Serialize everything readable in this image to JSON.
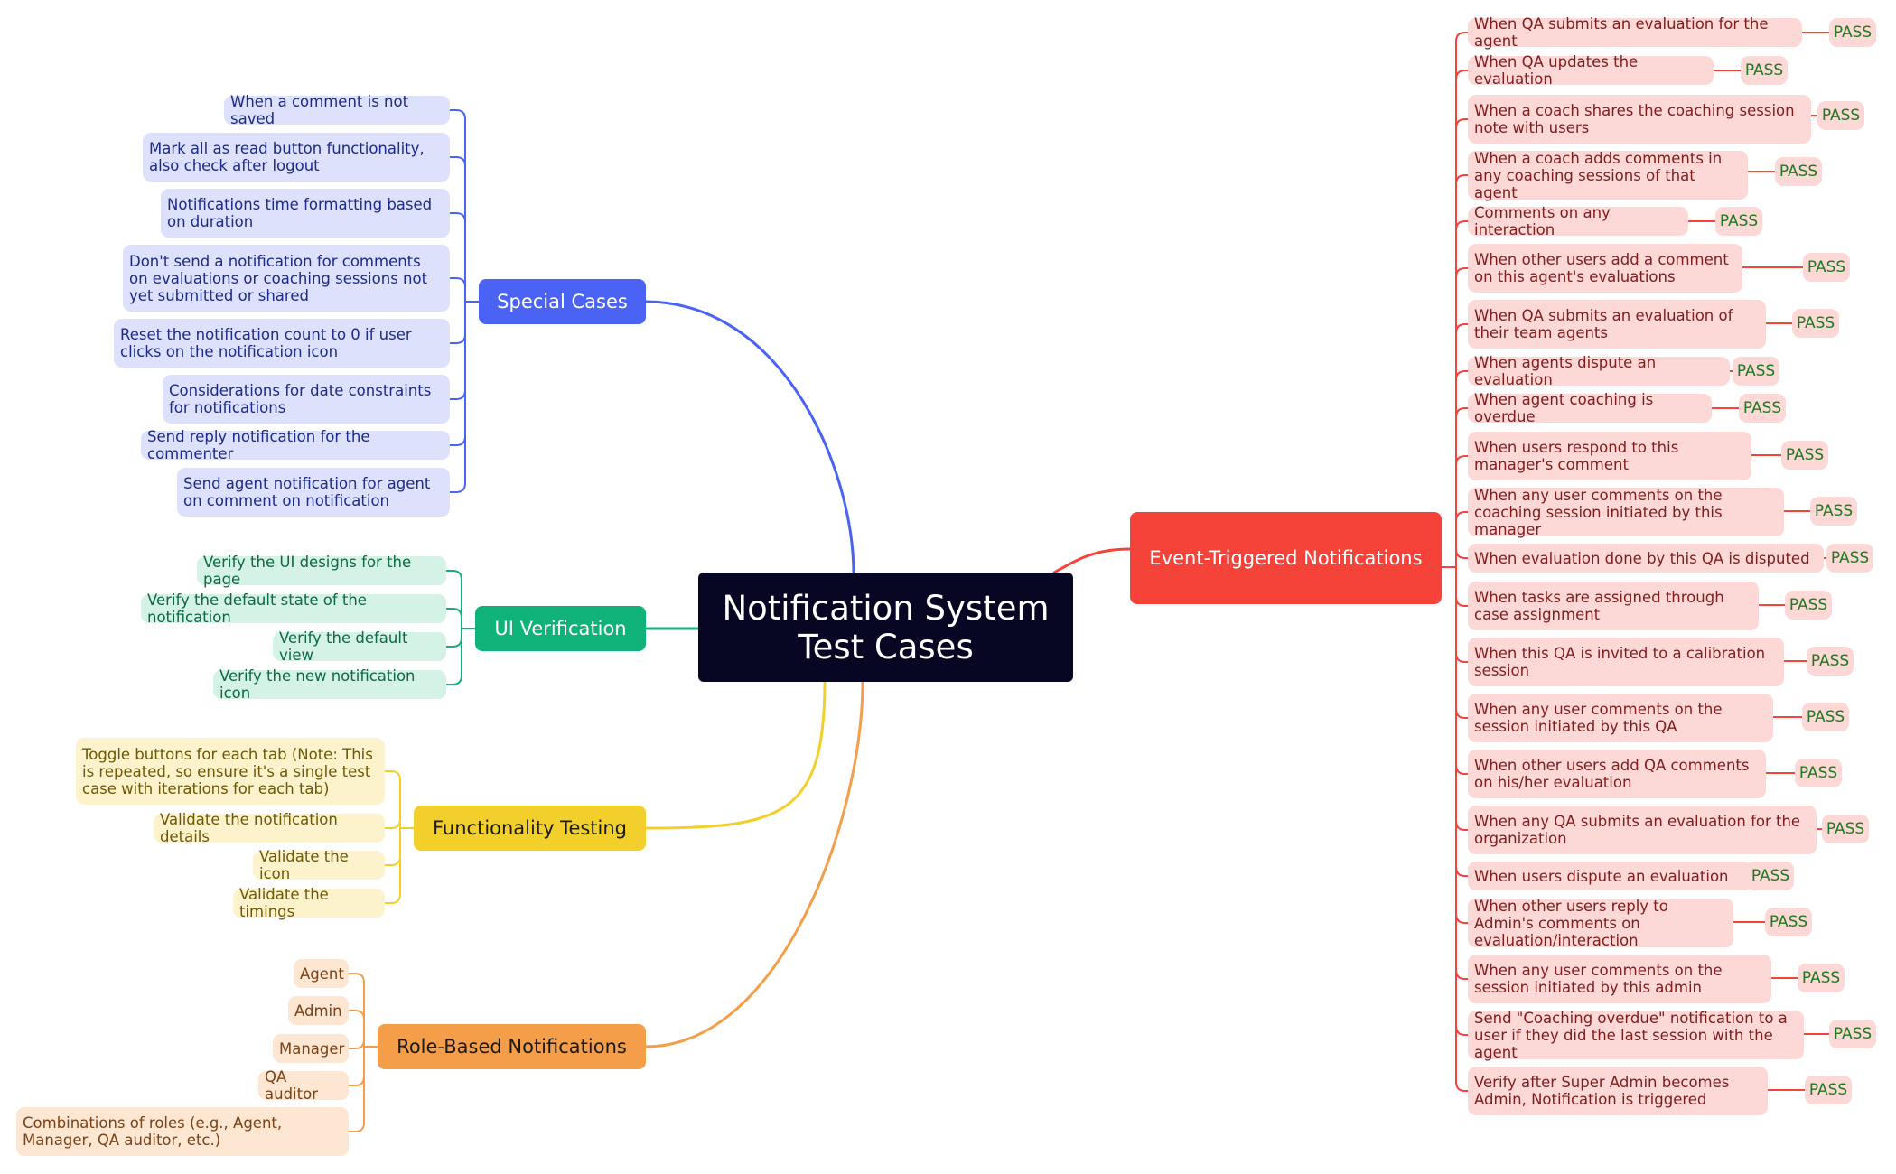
{
  "root": {
    "title": "Notification System Test Cases"
  },
  "colors": {
    "root_bg": "#070724",
    "special": "#4a63f5",
    "special_leaf_bg": "#dde1fb",
    "special_text": "#1c2a88",
    "ui": "#0fb37a",
    "ui_leaf_bg": "#d4f2e5",
    "ui_text": "#0c6a44",
    "func": "#f2cf2a",
    "func_leaf_bg": "#fcf3cc",
    "func_text": "#6e5705",
    "role": "#f59e4a",
    "role_leaf_bg": "#fde6d2",
    "role_text": "#7a4215",
    "event": "#f5433a",
    "event_leaf_bg": "#fcd8d6",
    "event_text": "#7f1d1d",
    "pass_text": "#1e7a1e"
  },
  "branches": {
    "special": {
      "label": "Special Cases",
      "items": [
        "When a comment is not saved",
        "Mark all as read button functionality, also check after logout",
        "Notifications time formatting based on duration",
        "Don't send a notification for comments on evaluations or coaching sessions not yet submitted or shared",
        "Reset the notification count to 0 if user clicks on the notification icon",
        "Considerations for date constraints for notifications",
        "Send reply notification for the commenter",
        "Send agent notification for agent on comment on notification"
      ]
    },
    "ui": {
      "label": "UI Verification",
      "items": [
        "Verify the UI designs for the page",
        "Verify the default state of the notification",
        "Verify the default view",
        "Verify the new notification icon"
      ]
    },
    "func": {
      "label": "Functionality Testing",
      "items": [
        "Toggle buttons for each tab (Note: This is repeated, so ensure it's a single test case with iterations for each tab)",
        "Validate the notification details",
        "Validate the icon",
        "Validate the timings"
      ]
    },
    "role": {
      "label": "Role-Based Notifications",
      "items": [
        "Agent",
        "Admin",
        "Manager",
        "QA auditor",
        "Combinations of roles (e.g., Agent, Manager, QA auditor, etc.)"
      ]
    },
    "event": {
      "label": "Event-Triggered Notifications",
      "items": [
        {
          "text": "When QA submits an evaluation for the agent",
          "status": "PASS"
        },
        {
          "text": "When QA updates the evaluation",
          "status": "PASS"
        },
        {
          "text": "When a coach shares the coaching session note with users",
          "status": "PASS"
        },
        {
          "text": "When a coach adds comments in any coaching sessions of that agent",
          "status": "PASS"
        },
        {
          "text": "Comments on any interaction",
          "status": "PASS"
        },
        {
          "text": "When other users add a comment on this agent's evaluations",
          "status": "PASS"
        },
        {
          "text": "When QA submits an evaluation of their team agents",
          "status": "PASS"
        },
        {
          "text": "When agents dispute an evaluation",
          "status": "PASS"
        },
        {
          "text": "When agent coaching is overdue",
          "status": "PASS"
        },
        {
          "text": "When users respond to this manager's comment",
          "status": "PASS"
        },
        {
          "text": "When any user comments on the coaching session initiated by this manager",
          "status": "PASS"
        },
        {
          "text": "When evaluation done by this QA is disputed",
          "status": "PASS"
        },
        {
          "text": "When tasks are assigned through case assignment",
          "status": "PASS"
        },
        {
          "text": "When this QA is invited to a calibration session",
          "status": "PASS"
        },
        {
          "text": "When any user comments on the session initiated by this QA",
          "status": "PASS"
        },
        {
          "text": "When other users add QA comments on his/her evaluation",
          "status": "PASS"
        },
        {
          "text": "When any QA submits an evaluation for the organization",
          "status": "PASS"
        },
        {
          "text": "When users dispute an evaluation",
          "status": "PASS"
        },
        {
          "text": "When other users reply to Admin's comments on evaluation/interaction",
          "status": "PASS"
        },
        {
          "text": "When any user comments on the session initiated by this admin",
          "status": "PASS"
        },
        {
          "text": "Send \"Coaching overdue\" notification to a user if they did the last session with the agent",
          "status": "PASS"
        },
        {
          "text": "Verify after Super Admin becomes Admin, Notification is triggered",
          "status": "PASS"
        }
      ]
    }
  }
}
